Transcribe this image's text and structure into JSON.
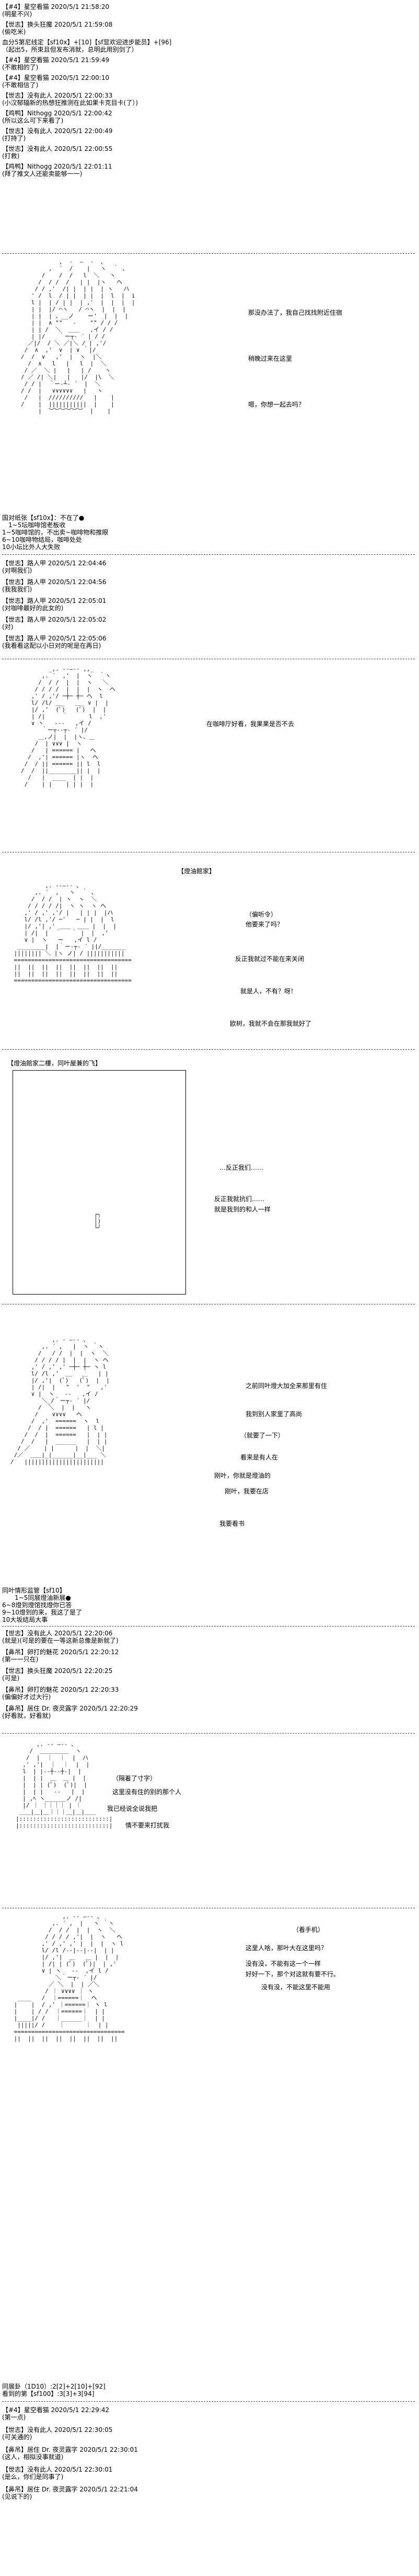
{
  "posts_top": [
    {
      "meta": "【#4】星空看猫 2020/5/1 21:58:20",
      "text": "(明星不兴)"
    },
    {
      "meta": "【世志】换头狂魔 2020/5/1 21:59:08",
      "text": "(偷吃米)"
    },
    {
      "meta": "",
      "text": "血分5第尼线定【sf10x】+[10]【sf显欢迎进步能员】+[96]"
    },
    {
      "meta": "",
      "text": "（起出5，所束且但发布消就，总明此用别剑了）"
    },
    {
      "meta": "【#4】星空看猫 2020/5/1 21:59:49",
      "text": "(不敢相的了)"
    },
    {
      "meta": "【#4】星空看猫 2020/5/1 22:00:10",
      "text": "(不敢相信了)"
    },
    {
      "meta": "【世志】没有此人 2020/5/1 22:00:33",
      "text": "(小汉郁辐新的热想狂推测在此如果卡克目卡(了）)"
    },
    {
      "meta": "【鸡鸭】Nithogg 2020/5/1 22:00:42",
      "text": "(所以这么可下来看了)"
    },
    {
      "meta": "【世志】没有此人 2020/5/1 22:00:49",
      "text": "(打持了)"
    },
    {
      "meta": "【世志】没有此人 2020/5/1 22:00:55",
      "text": "(打救)"
    },
    {
      "meta": "【鸡鸭】Nithogg 2020/5/1 22:01:11",
      "text": "(拜了推文人还能卖能够一一)"
    }
  ],
  "scene1_lines": [
    "那没办法了，我自己找找附近住宿",
    "稍晚过来在这里",
    "嗯，你想一起去吗？"
  ],
  "roll1": [
    "国对纸张【sf10x】：不在了●",
    "　1~5坛咖啡馆老板收",
    "1~5咖啡馆的，不出卖~咖啡物和推眼",
    "6~10咖啡物结局，咖啡处处",
    "10小坛比外人大失败"
  ],
  "posts_mid1": [
    {
      "meta": "【世志】路人甲 2020/5/1 22:04:46",
      "text": "(对啊我们)"
    },
    {
      "meta": "【世志】路人甲 2020/5/1 22:04:56",
      "text": "(我我我们)"
    },
    {
      "meta": "【世志】路人甲 2020/5/1 22:05:01",
      "text": "(对咖啡最好的此女的)"
    },
    {
      "meta": "【世志】路人甲 2020/5/1 22:05:02",
      "text": "(对)"
    },
    {
      "meta": "【世志】路人甲 2020/5/1 22:05:06",
      "text": "(我看看这配以小日对的呢是在再日)"
    }
  ],
  "scene2_line": "在咖啡厅好看，我果果是否不去",
  "section_a": "【燈油館家】",
  "scene3_lines": [
    "（偏听令）",
    "他要来了吗？",
    "反正我就过不能在来关闭",
    "就是人，不有？呀！",
    "欧树，我就不会在那我就好了"
  ],
  "section_b": "【燈油館家二樓，同叶屋兼的飞】",
  "scene4_lines": [
    "…反正我们……",
    "反正我就抗们……",
    "就是我到的和人一样"
  ],
  "scene5_lines": [
    "之前同叶燈大加全来那里有住",
    "我到别人家里了高尚",
    "（就要了一下）",
    "看来是有人在",
    "刚叶，你就是燈油的",
    "刚叶，我要在店",
    "我要看书"
  ],
  "roll2": [
    "同叶情形监管【sf10】",
    "　　1~5同展燈油新展●",
    "6~8燈到燈馆找燈你已答",
    "9~10燈到的来，我这了是了",
    "10大坂结局大事"
  ],
  "posts_mid2": [
    {
      "meta": "【世志】没有此人 2020/5/1 22:20:06",
      "text": "(就是)(可是的要在一等这新总像是新就了)"
    },
    {
      "meta": "【鼻吊】卵打的魅花 2020/5/1 22:20:12",
      "text": "(第一一只在)"
    },
    {
      "meta": "【世志】换头狂魔 2020/5/1 22:20:25",
      "text": "(可是)"
    },
    {
      "meta": "【鼻吊】卵打的魅花 2020/5/1 22:20:33",
      "text": "(偏偏好才过大行)"
    },
    {
      "meta": "【鼻吊】居住 Dr. 夜灵露字 2020/5/1 22:20:29",
      "text": "(好看就，好看就)"
    }
  ],
  "scene6_lines": [
    "（隔着了寸字）",
    "这里没有住的别的那个人",
    "我已经说全说我把",
    "情不要来打扰我"
  ],
  "scene7_lines": [
    "（看手机）",
    "这里人啥，那叶大在这里吗？",
    "没有没，不能有这一个一样",
    "好好一下，那个对这就有要不行。",
    "没有没，不能这里不能用"
  ],
  "roll3": [
    "同展卦（1D10）:2[2]+2[10]+[92]",
    "看到的第【sf100】:3[3]+3[94]"
  ],
  "posts_bottom": [
    {
      "meta": "【#4】星空看猫 2020/5/1 22:29:42",
      "text": "(第一点)"
    },
    {
      "meta": "【世志】没有此人 2020/5/1 22:30:05",
      "text": "(可关通的)"
    },
    {
      "meta": "【鼻吊】居住 Dr. 夜灵露字 2020/5/1 22:30:01",
      "text": "(这人，相拟没事就道)"
    },
    {
      "meta": "【世志】没有此人 2020/5/1 22:30:01",
      "text": "(是么，你们是同事了)"
    },
    {
      "meta": "【鼻吊】居住 Dr. 夜灵露字 2020/5/1 22:21:04",
      "text": "(见说下的)"
    }
  ]
}
